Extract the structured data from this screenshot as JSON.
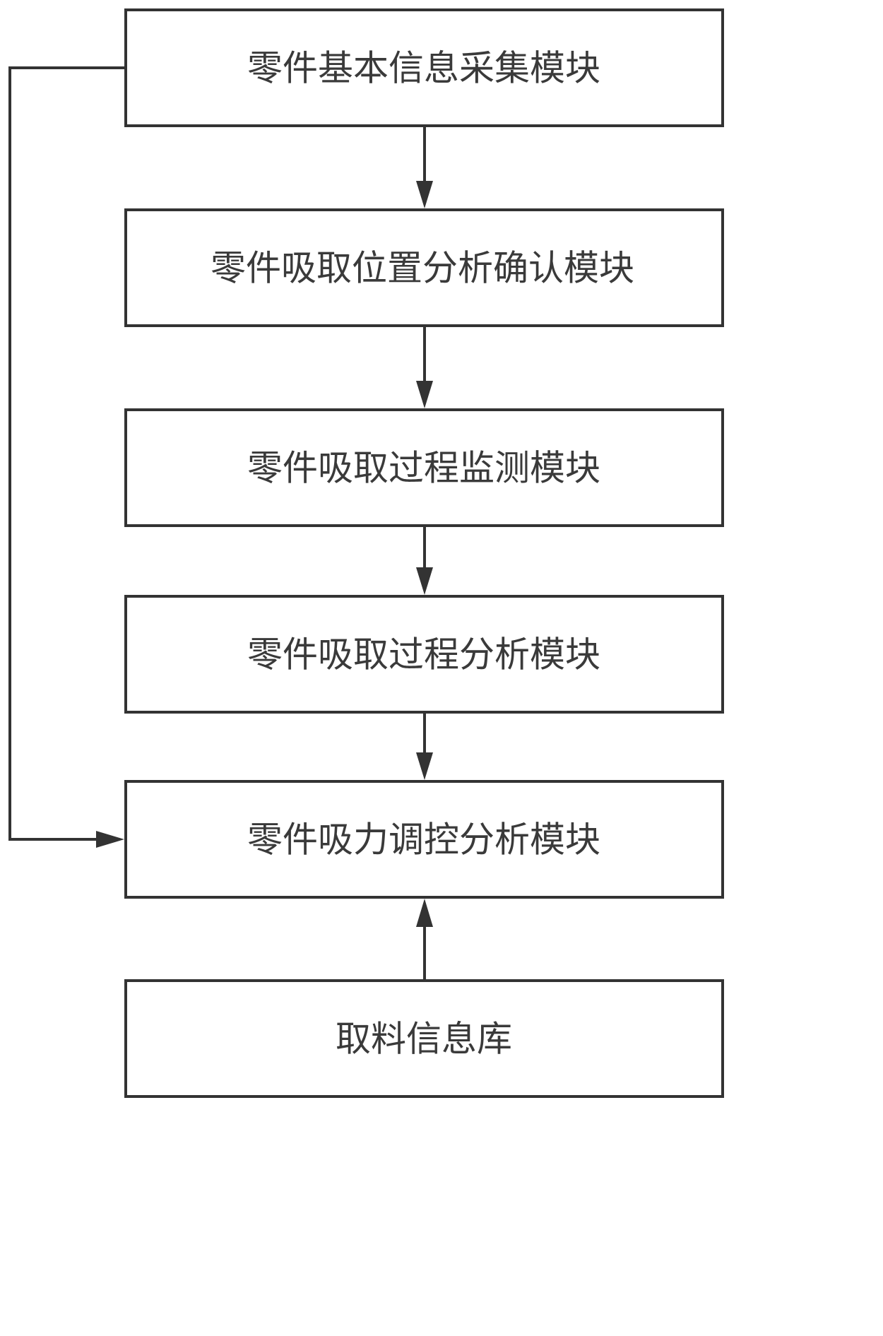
{
  "modules": {
    "collect": "零件基本信息采集模块",
    "position": "零件吸取位置分析确认模块",
    "monitor": "零件吸取过程监测模块",
    "analysis": "零件吸取过程分析模块",
    "suction": "零件吸力调控分析模块",
    "library": "取料信息库"
  },
  "colors": {
    "stroke": "#333333",
    "text": "#3a3a3a",
    "background": "#ffffff"
  }
}
